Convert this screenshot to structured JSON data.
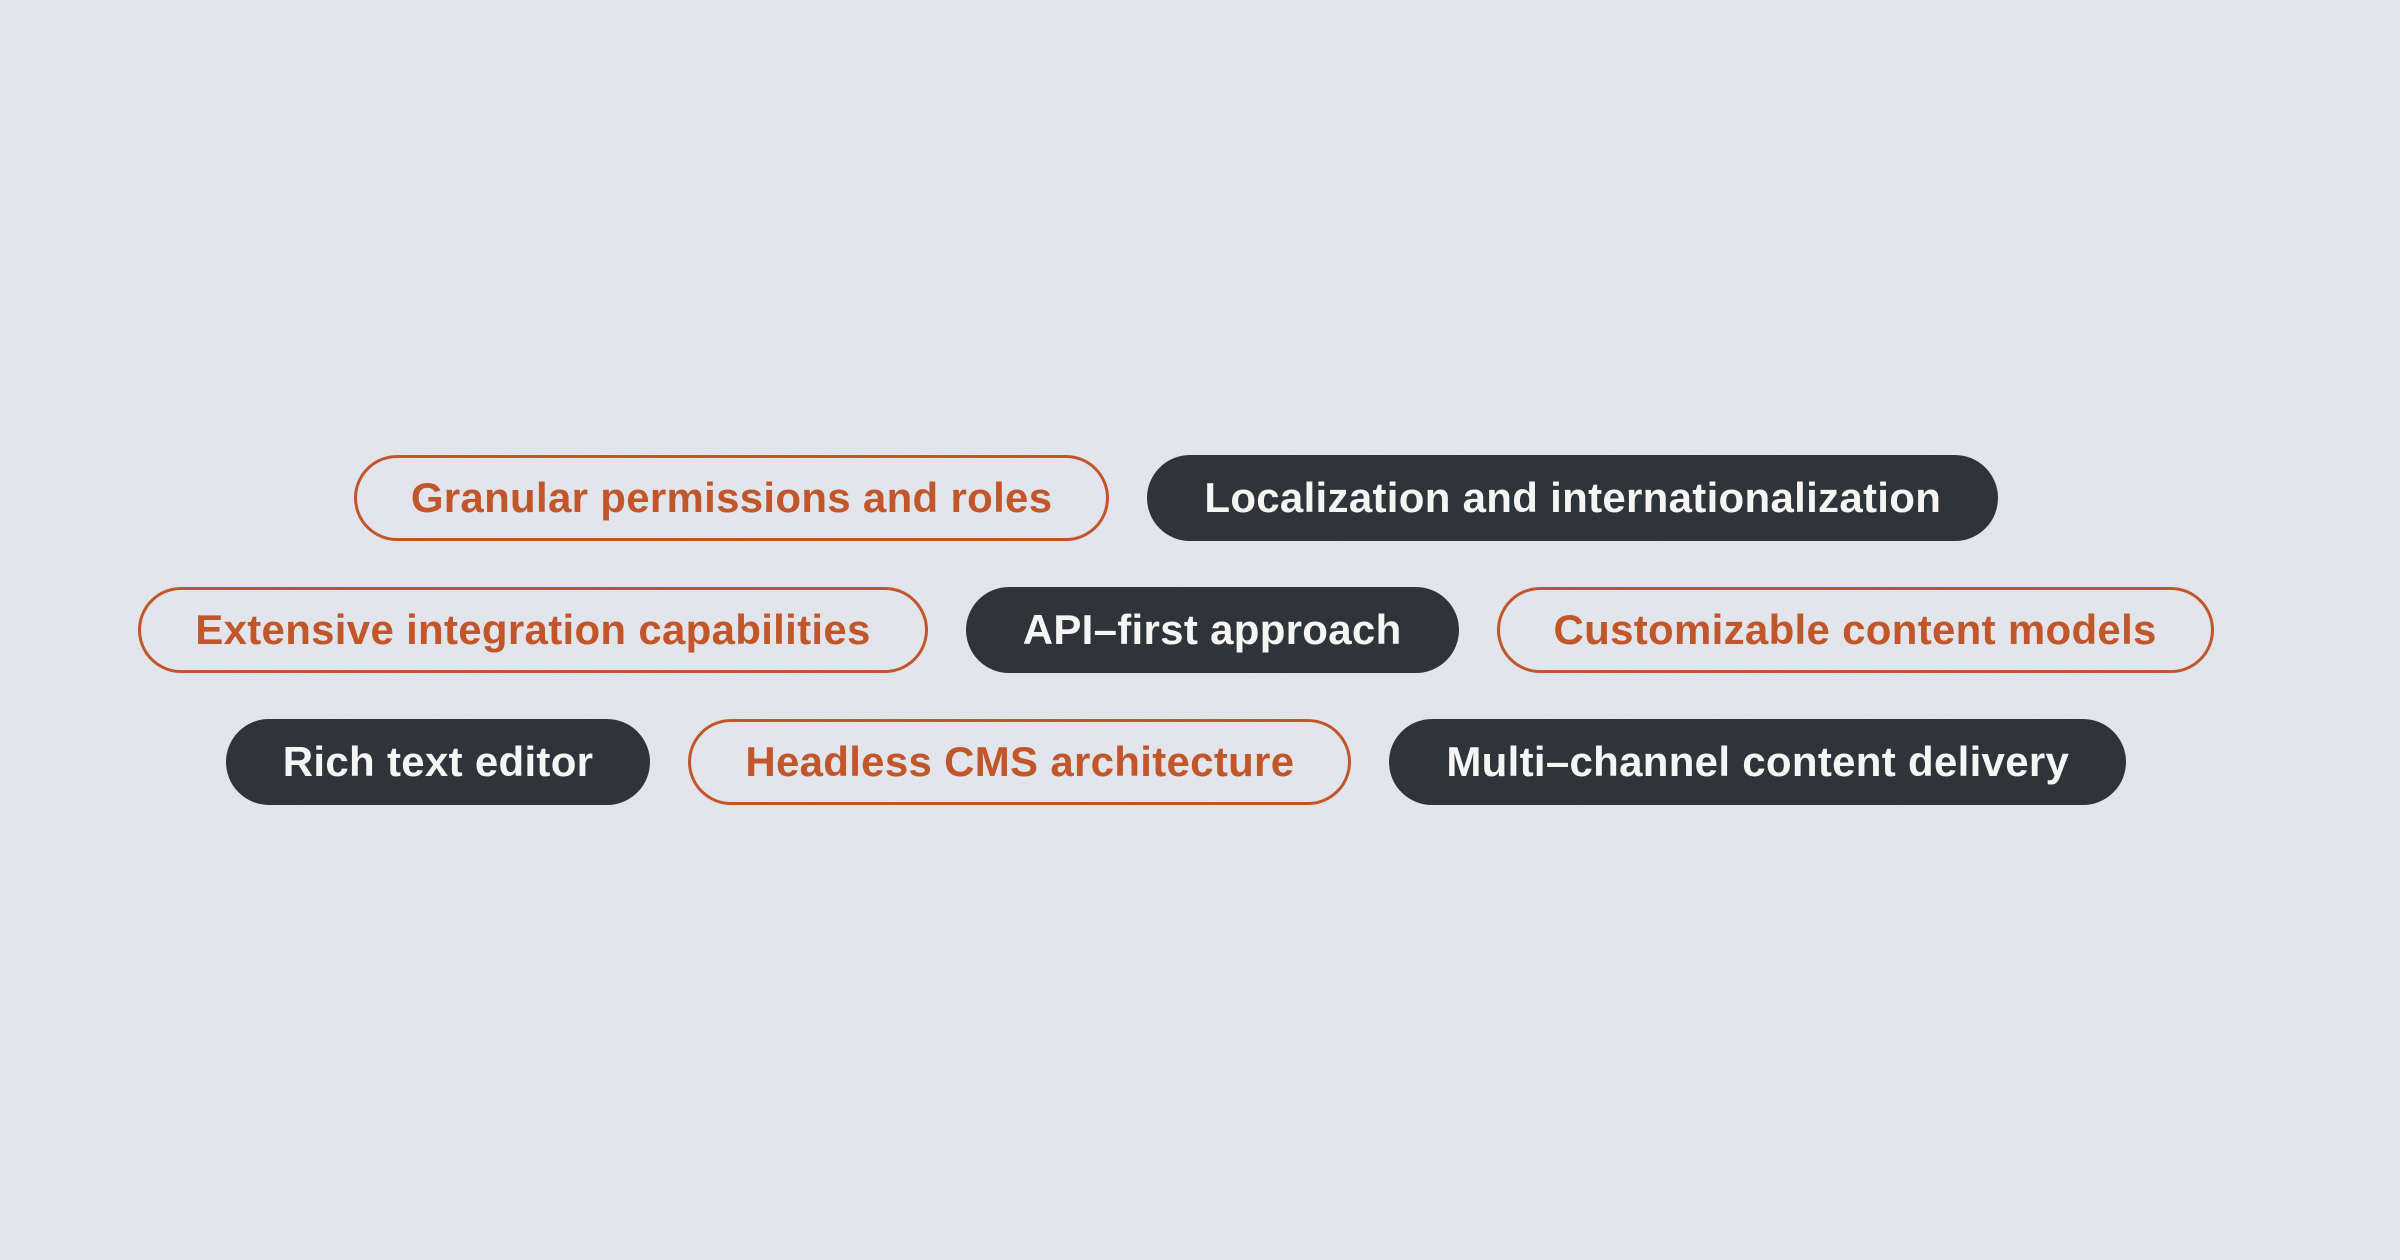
{
  "page": {
    "background_color": "#e3e6ec"
  },
  "tags": {
    "accent_color": "#c2562b",
    "dark_color": "#2f343a",
    "light_text_color": "#f5f5f4",
    "rows": [
      [
        {
          "label": "Granular permissions and roles",
          "style": "outline"
        },
        {
          "label": "Localization and internationalization",
          "style": "filled"
        }
      ],
      [
        {
          "label": "Extensive integration capabilities",
          "style": "outline"
        },
        {
          "label": "API–first approach",
          "style": "filled"
        },
        {
          "label": "Customizable content models",
          "style": "outline"
        }
      ],
      [
        {
          "label": "Rich text editor",
          "style": "filled"
        },
        {
          "label": "Headless CMS architecture",
          "style": "outline"
        },
        {
          "label": "Multi–channel content delivery",
          "style": "filled"
        }
      ]
    ]
  }
}
